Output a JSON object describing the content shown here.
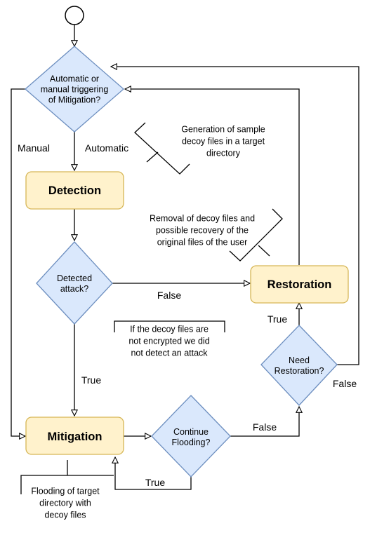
{
  "nodes": {
    "trigger": {
      "lines": [
        "Automatic or",
        "manual triggering",
        "of Mitigation?"
      ]
    },
    "detection": {
      "label": "Detection"
    },
    "detected_attack": {
      "lines": [
        "Detected",
        "attack?"
      ]
    },
    "restoration": {
      "label": "Restoration"
    },
    "need_restoration": {
      "lines": [
        "Need",
        "Restoration?"
      ]
    },
    "mitigation": {
      "label": "Mitigation"
    },
    "continue_flooding": {
      "lines": [
        "Continue",
        "Flooding?"
      ]
    }
  },
  "edge_labels": {
    "manual": "Manual",
    "automatic": "Automatic",
    "attack_false": "False",
    "attack_true": "True",
    "restore_true": "True",
    "restore_false": "False",
    "flooding_false": "False",
    "flooding_true": "True"
  },
  "notes": {
    "decoy_generation": [
      "Generation of sample",
      "decoy files in a target",
      "directory"
    ],
    "decoy_removal": [
      "Removal of decoy files and",
      "possible recovery of the",
      "original files of the user"
    ],
    "not_encrypted": [
      "If the decoy files are",
      "not encrypted we did",
      "not detect an attack"
    ],
    "flooding": [
      "Flooding of target",
      "directory with",
      "decoy files"
    ]
  },
  "colors": {
    "process_fill": "#fff2cc",
    "process_stroke": "#d6b656",
    "decision_fill": "#dae8fc",
    "decision_stroke": "#6c8ebf"
  }
}
